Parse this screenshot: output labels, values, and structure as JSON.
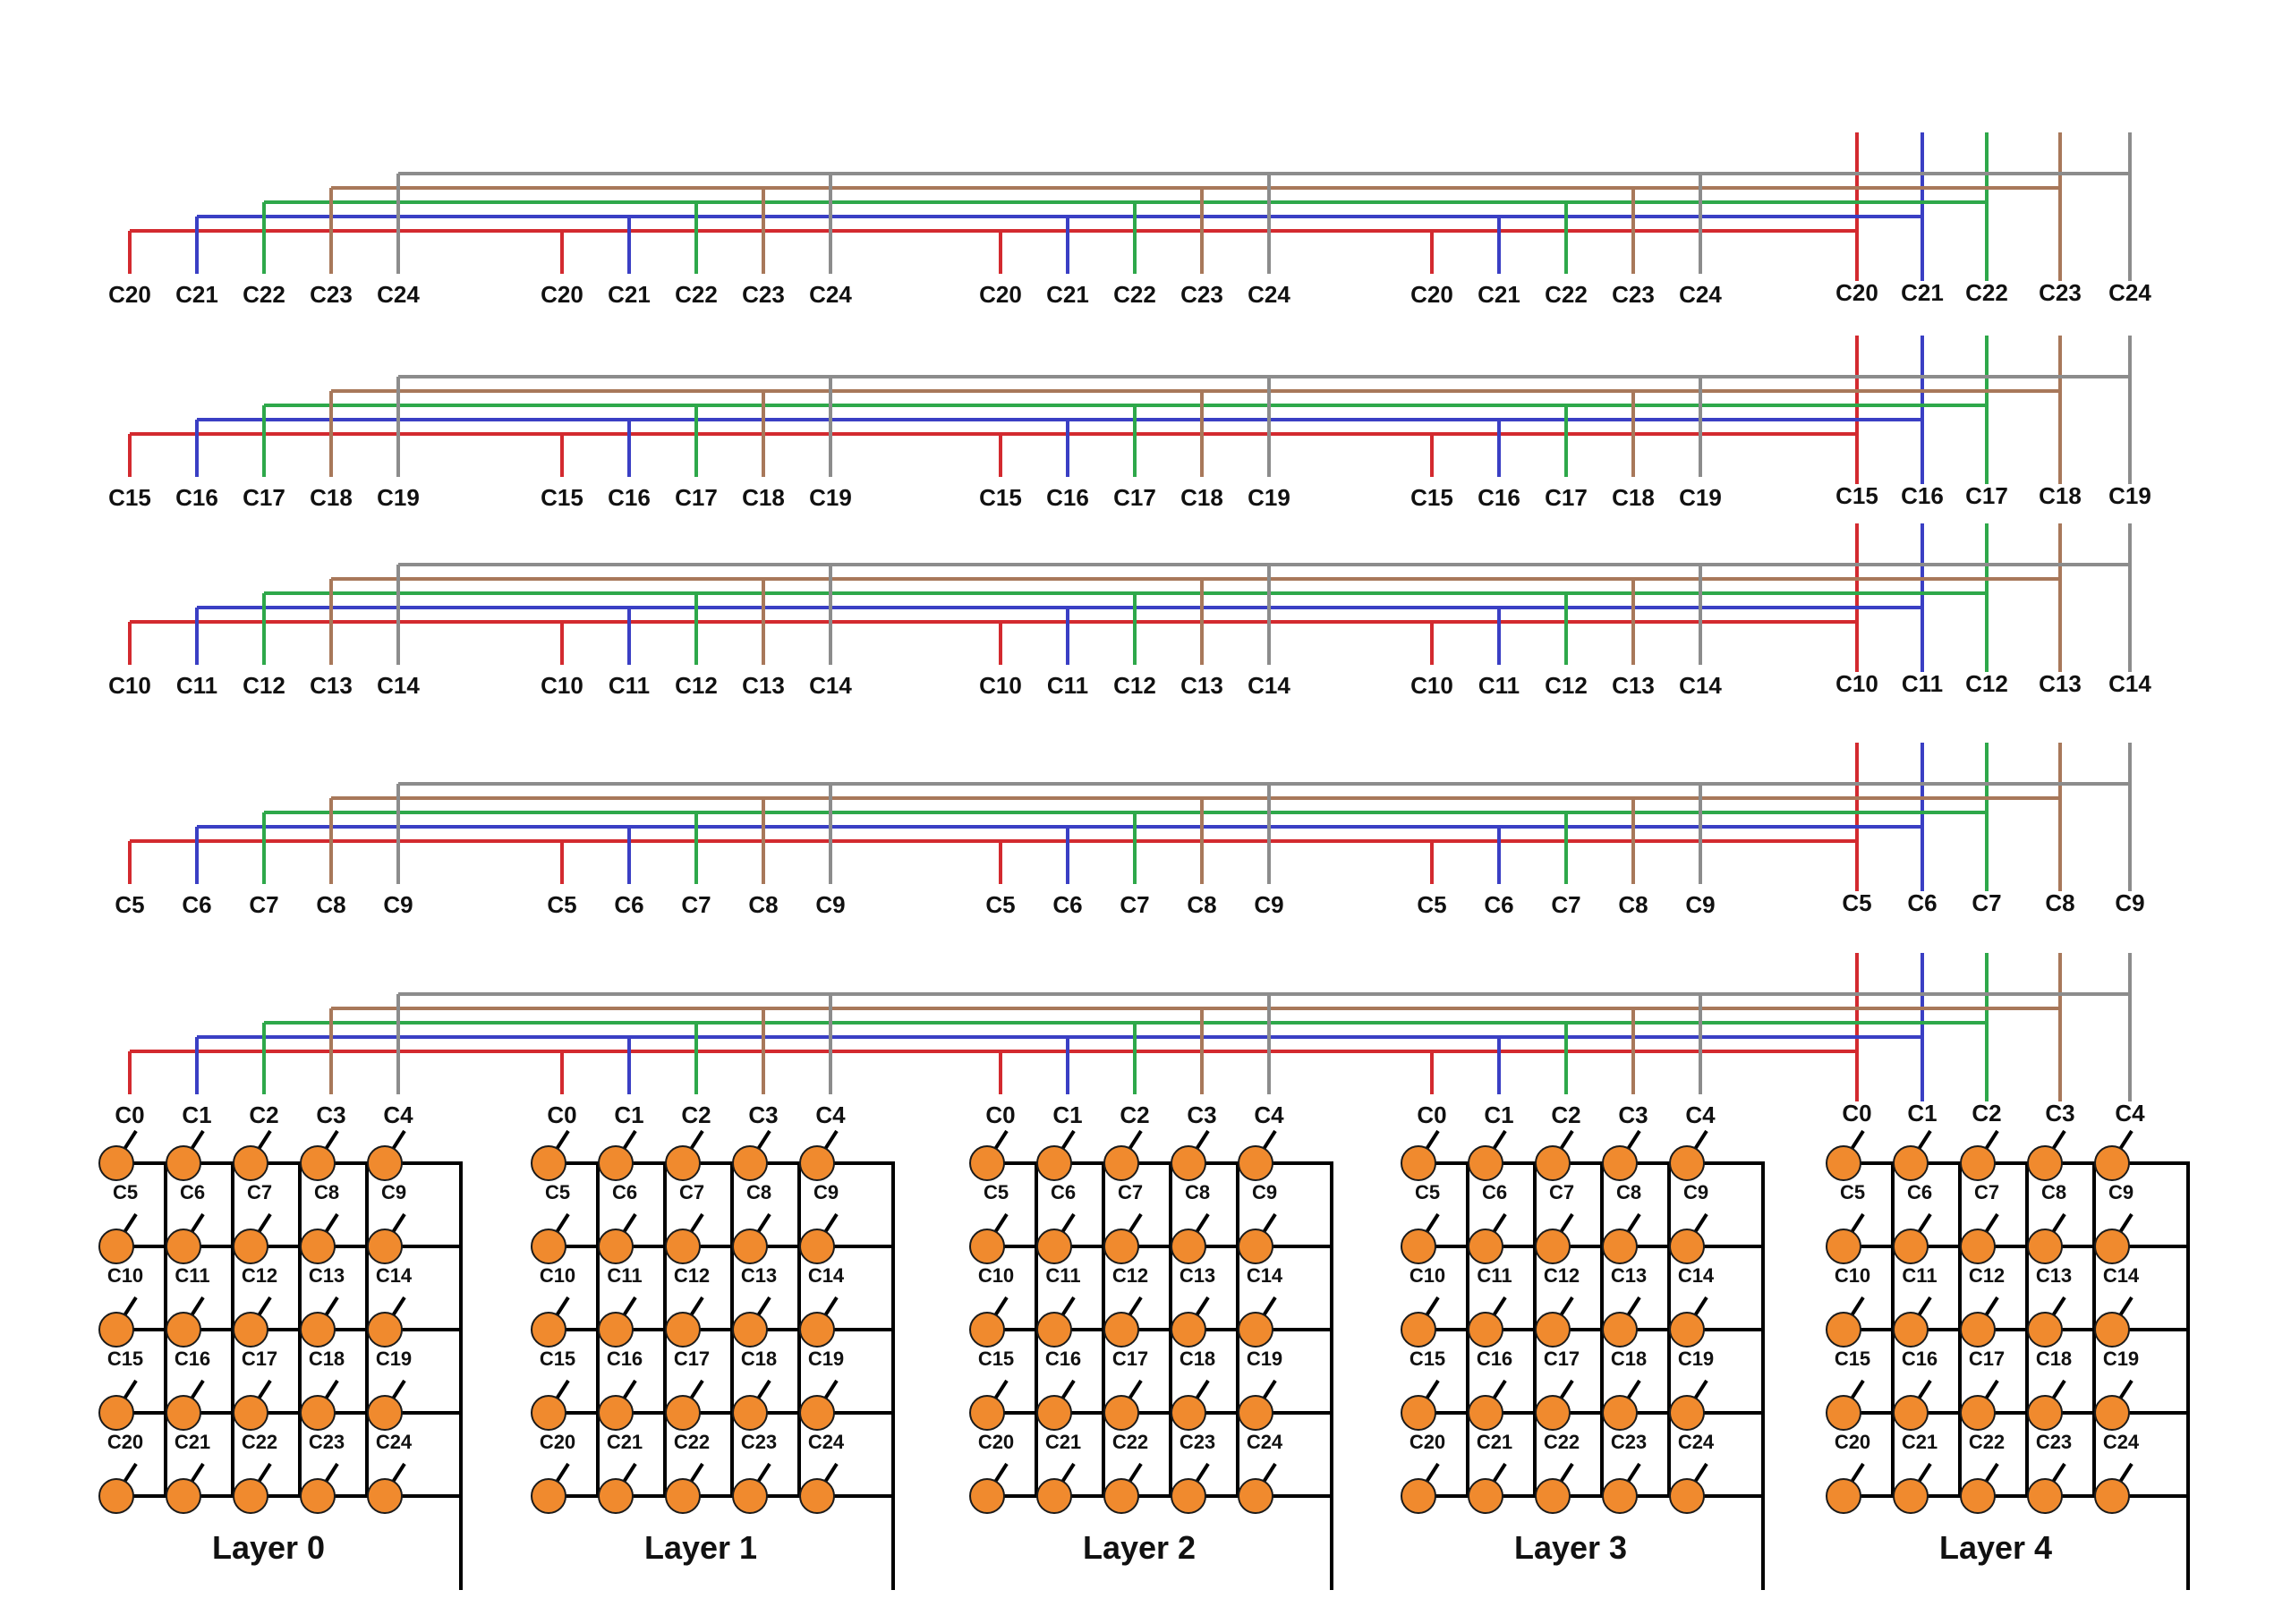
{
  "colors": {
    "wires": [
      "#d32a2f",
      "#3a3fc4",
      "#2ea84a",
      "#a8785a",
      "#8c8c8c"
    ],
    "led_fill": "#f08a2e",
    "led_stroke": "#1a1a1a",
    "grid": "#000000",
    "text": "#111111"
  },
  "wiring_bundles": [
    {
      "row": 4,
      "labels": [
        "C20",
        "C21",
        "C22",
        "C23",
        "C24"
      ]
    },
    {
      "row": 3,
      "labels": [
        "C15",
        "C16",
        "C17",
        "C18",
        "C19"
      ]
    },
    {
      "row": 2,
      "labels": [
        "C10",
        "C11",
        "C12",
        "C13",
        "C14"
      ]
    },
    {
      "row": 1,
      "labels": [
        "C5",
        "C6",
        "C7",
        "C8",
        "C9"
      ]
    },
    {
      "row": 0,
      "labels": [
        "C0",
        "C1",
        "C2",
        "C3",
        "C4"
      ]
    }
  ],
  "layers": [
    {
      "title": "Layer 0"
    },
    {
      "title": "Layer 1"
    },
    {
      "title": "Layer 2"
    },
    {
      "title": "Layer 3"
    },
    {
      "title": "Layer 4"
    }
  ],
  "led_grid": {
    "row_labels": [
      [
        "C5",
        "C6",
        "C7",
        "C8",
        "C9"
      ],
      [
        "C10",
        "C11",
        "C12",
        "C13",
        "C14"
      ],
      [
        "C15",
        "C16",
        "C17",
        "C18",
        "C19"
      ],
      [
        "C20",
        "C21",
        "C22",
        "C23",
        "C24"
      ]
    ]
  }
}
